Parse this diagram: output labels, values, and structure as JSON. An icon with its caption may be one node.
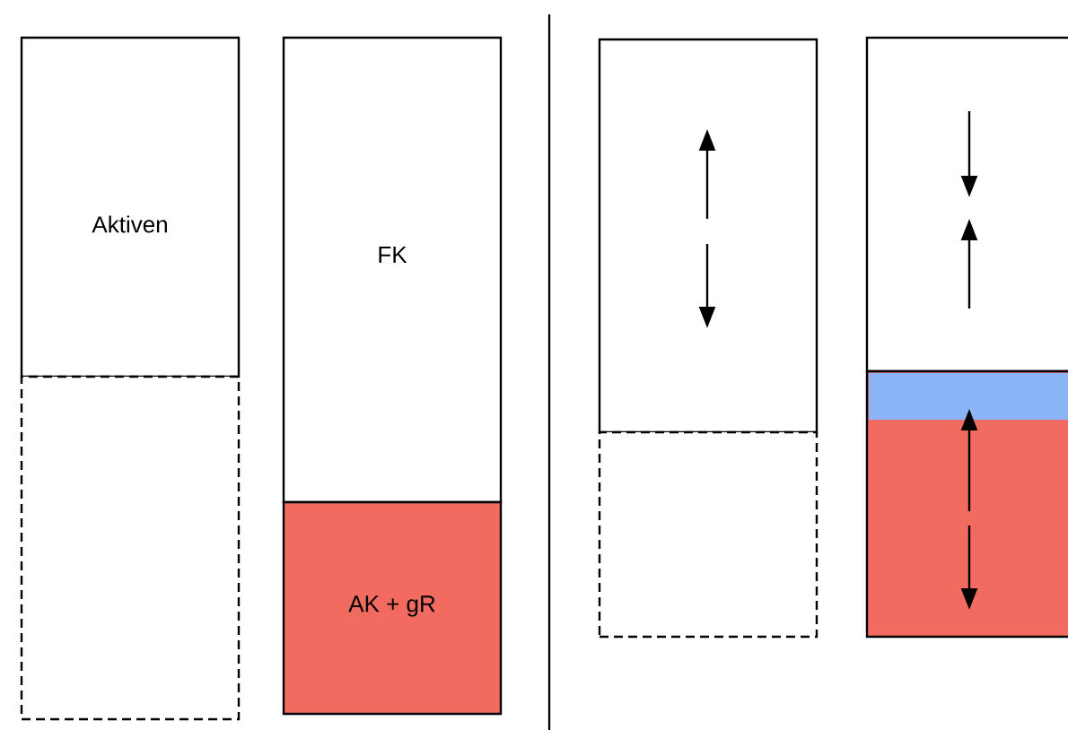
{
  "diagram": {
    "nodes": [
      {
        "text": [
          "Aktiven"
        ]
      },
      {
        "text": [],
        "shape": "box"
      },
      {
        "text": [
          "FK"
        ]
      },
      {
        "text": [
          "AK + gR"
        ]
      },
      {
        "text": [],
        "shape": "box"
      },
      {
        "text": [],
        "shape": "box"
      },
      {
        "text": [],
        "shape": "box"
      },
      {
        "text": [],
        "shape": "box"
      },
      {
        "text": [],
        "shape": "bar",
        "in": 7
      }
    ]
  }
}
